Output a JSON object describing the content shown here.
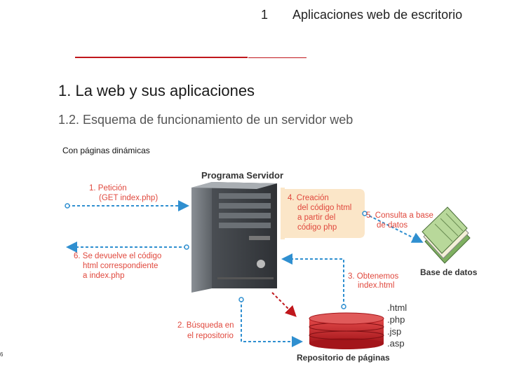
{
  "header": {
    "number": "1",
    "title": "Aplicaciones web de escritorio"
  },
  "heading": "1. La web y sus aplicaciones",
  "subheading": "1.2. Esquema de funcionamiento de un servidor web",
  "caption": "Con páginas dinámicas",
  "page_number": "6",
  "diagram": {
    "title": "Programa Servidor",
    "steps": {
      "s1": [
        "1. Petición",
        "(GET index.php)"
      ],
      "s2": [
        "2. Búsqueda en",
        "el repositorio"
      ],
      "s3": [
        "3. Obtenemos",
        "index.html"
      ],
      "s4": [
        "4. Creación",
        "del código html",
        "a partir del",
        "código php"
      ],
      "s5": [
        "5. Consulta a base",
        "de datos"
      ],
      "s6": [
        "6. Se devuelve el código",
        "html correspondiente",
        "a index.php"
      ]
    },
    "db_label": "Base de datos",
    "repo_label": "Repositorio de páginas",
    "extensions": [
      ".html",
      ".php",
      ".jsp",
      ".asp"
    ],
    "colors": {
      "label": "#e0483d",
      "arrow": "#2f8fd0",
      "accent": "#c0171c",
      "highlight": "#fbe6c8"
    }
  }
}
